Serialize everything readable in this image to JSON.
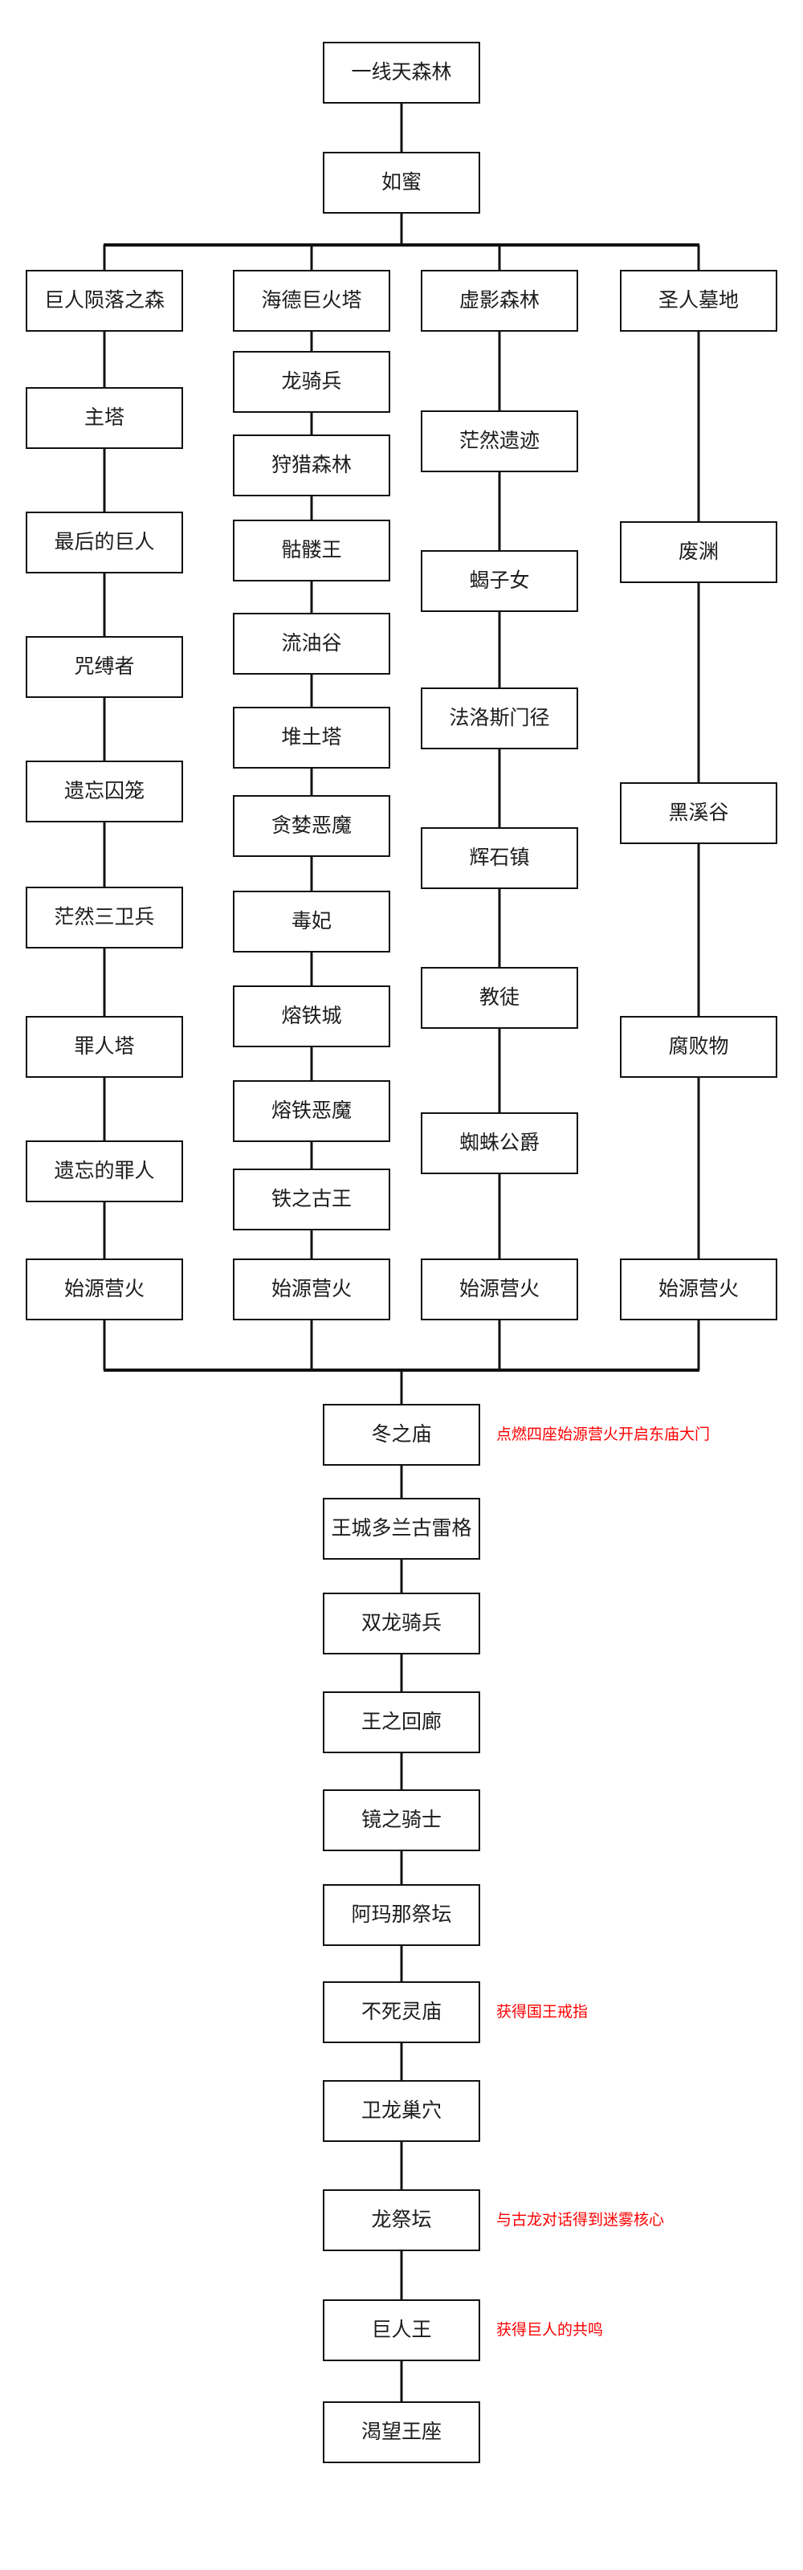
{
  "styles": {
    "background": "#ffffff",
    "box_border_color": "#111111",
    "box_text_color": "#1c1c1c",
    "annotation_color": "#fe0000"
  },
  "top_chain": [
    {
      "label": "一线天森林"
    },
    {
      "label": "如蜜"
    }
  ],
  "columns": [
    {
      "header": "巨人陨落之森",
      "items": [
        "主塔",
        "最后的巨人",
        "咒缚者",
        "遗忘囚笼",
        "茫然三卫兵",
        "罪人塔",
        "遗忘的罪人",
        "始源营火"
      ]
    },
    {
      "header": "海德巨火塔",
      "items": [
        "龙骑兵",
        "狩猎森林",
        "骷髅王",
        "流油谷",
        "堆土塔",
        "贪婪恶魔",
        "毒妃",
        "熔铁城",
        "熔铁恶魔",
        "铁之古王",
        "始源营火"
      ]
    },
    {
      "header": "虚影森林",
      "items": [
        "茫然遗迹",
        "蝎子女",
        "法洛斯门径",
        "辉石镇",
        "教徒",
        "蜘蛛公爵",
        "始源营火"
      ]
    },
    {
      "header": "圣人墓地",
      "items": [
        "废渊",
        "黑溪谷",
        "腐败物",
        "始源营火"
      ]
    }
  ],
  "bottom_chain": [
    {
      "label": "冬之庙",
      "note": "点燃四座始源营火开启东庙大门"
    },
    {
      "label": "王城多兰古雷格",
      "note": ""
    },
    {
      "label": "双龙骑兵",
      "note": ""
    },
    {
      "label": "王之回廊",
      "note": ""
    },
    {
      "label": "镜之骑士",
      "note": ""
    },
    {
      "label": "阿玛那祭坛",
      "note": ""
    },
    {
      "label": "不死灵庙",
      "note": "获得国王戒指"
    },
    {
      "label": "卫龙巢穴",
      "note": ""
    },
    {
      "label": "龙祭坛",
      "note": "与古龙对话得到迷雾核心"
    },
    {
      "label": "巨人王",
      "note": "获得巨人的共鸣"
    },
    {
      "label": "渴望王座",
      "note": ""
    }
  ]
}
